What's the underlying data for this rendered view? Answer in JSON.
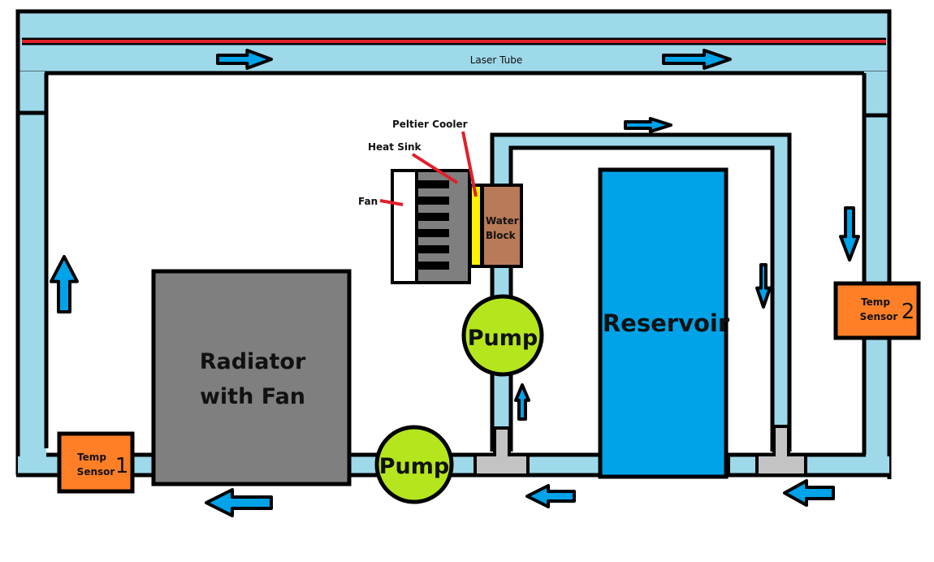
{
  "title": "Laser water cooling loop diagram",
  "colors": {
    "pipe": "#9ED9EA",
    "outline": "#000000",
    "laser_beam": "#E0202A",
    "flow_arrow": "#00A2E8",
    "radiator": "#7F7F7F",
    "heat_sink": "#7F7F7F",
    "peltier": "#FFF200",
    "water_block": "#B97A57",
    "reservoir": "#00A2E8",
    "pump": "#B5E61D",
    "temp_sensor": "#FF7F27",
    "tee_fitting": "#C3C3C3",
    "fan": "#FFFFFF",
    "pointer": "#E0202A"
  },
  "labels": {
    "laser_tube": "Laser Tube",
    "peltier_cooler": "Peltier Cooler",
    "heat_sink": "Heat Sink",
    "fan": "Fan",
    "water_block_line1": "Water",
    "water_block_line2": "Block",
    "reservoir": "Reservoir",
    "radiator_line1": "Radiator",
    "radiator_line2": "with Fan",
    "pump_upper": "Pump",
    "pump_lower": "Pump",
    "temp_sensor_1_line1": "Temp",
    "temp_sensor_1_line2": "Sensor",
    "temp_sensor_1_number": "1",
    "temp_sensor_2_line1": "Temp",
    "temp_sensor_2_line2": "Sensor",
    "temp_sensor_2_number": "2"
  },
  "flow_arrows": [
    {
      "id": "laser-tube-left",
      "direction": "right"
    },
    {
      "id": "laser-tube-right",
      "direction": "right"
    },
    {
      "id": "upper-loop-top",
      "direction": "right"
    },
    {
      "id": "right-outer-down",
      "direction": "down"
    },
    {
      "id": "reservoir-return-down",
      "direction": "down"
    },
    {
      "id": "left-riser-up",
      "direction": "up"
    },
    {
      "id": "pump-branch-up",
      "direction": "up"
    },
    {
      "id": "bottom-right",
      "direction": "left"
    },
    {
      "id": "bottom-middle",
      "direction": "left"
    },
    {
      "id": "bottom-left",
      "direction": "left"
    }
  ]
}
